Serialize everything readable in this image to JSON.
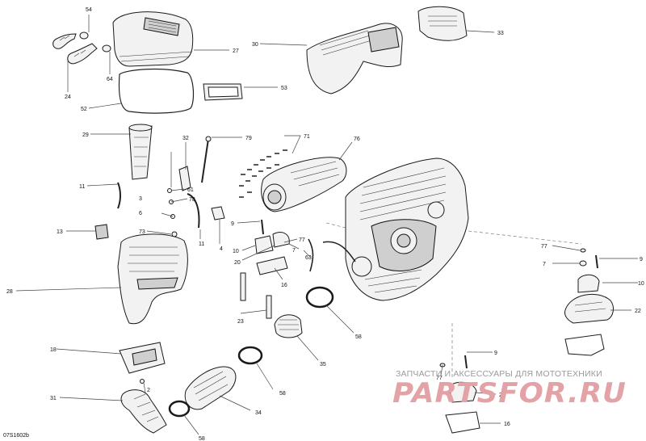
{
  "labels": {
    "l54a": "54",
    "l27": "27",
    "l30": "30",
    "l33": "33",
    "l64": "64",
    "l24": "24",
    "l53": "53",
    "l52": "52",
    "l29": "29",
    "l32": "32",
    "l79": "79",
    "l71": "71",
    "l76": "76",
    "l11a": "11",
    "l61": "61",
    "l3": "3",
    "l78": "78",
    "l6": "6",
    "l9a": "9",
    "l13": "13",
    "l73": "73",
    "l11b": "11",
    "l4": "4",
    "l10a": "10",
    "l20a": "20",
    "l77a": "77",
    "l63": "63",
    "l7a": "7",
    "l28": "28",
    "l16a": "16",
    "l77b": "77",
    "l7b": "7",
    "l9b": "9",
    "l10b": "10",
    "l22": "22",
    "l23": "23",
    "l58a": "58",
    "l18": "18",
    "l35": "35",
    "l9c": "9",
    "l77c": "77",
    "l2": "2",
    "l58b": "58",
    "l20b": "20",
    "l31": "31",
    "l34": "34",
    "l16b": "16",
    "l58c": "58"
  },
  "watermark": {
    "caption": "ЗАПЧАСТИ И АКСЕССУАРЫ ДЛЯ МОТОТЕХНИКИ",
    "logo": "PARTSFOR.RU"
  },
  "figure_code": "07S1602b"
}
